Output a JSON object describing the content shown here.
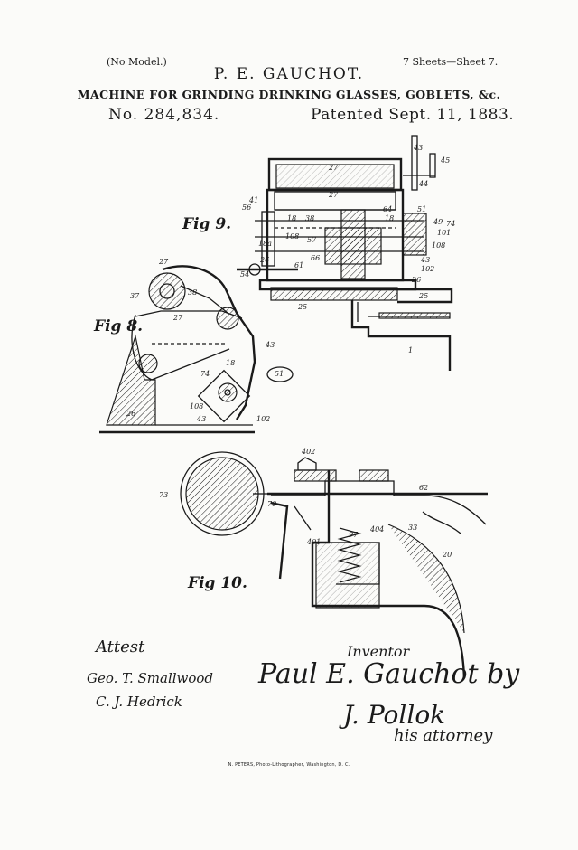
{
  "header": {
    "no_model": "(No Model.)",
    "sheets": "7 Sheets—Sheet 7.",
    "inventor": "P. E. GAUCHOT.",
    "title": "MACHINE FOR GRINDING DRINKING GLASSES, GOBLETS, &c.",
    "patent_no": "No. 284,834.",
    "patent_date": "Patented Sept. 11, 1883."
  },
  "figures": {
    "fig9": "Fig 9.",
    "fig8": "Fig 8.",
    "fig10": "Fig 10."
  },
  "labels": {
    "fig9": [
      "27",
      "27",
      "43",
      "45",
      "44",
      "41",
      "56",
      "18",
      "38",
      "64",
      "51",
      "49",
      "74",
      "101",
      "108",
      "18a",
      "108",
      "57",
      "43",
      "26",
      "66",
      "61",
      "102",
      "54",
      "26",
      "25",
      "25",
      "1"
    ],
    "fig8": [
      "27",
      "38",
      "37",
      "27",
      "43",
      "18",
      "74",
      "51",
      "108",
      "43",
      "102",
      "26"
    ],
    "fig10": [
      "402",
      "62",
      "73",
      "70",
      "401",
      "97",
      "404",
      "33",
      "20"
    ]
  },
  "signatures": {
    "attest": "Attest",
    "witness_1": "Geo. T. Smallwood",
    "witness_2": "C. J. Hedrick",
    "inventor_label": "Inventor",
    "inventor_signature": "Paul E. Gauchot by",
    "attorney_signature": "J. Pollok",
    "attorney_label": "his attorney"
  },
  "printer": "N. PETERS, Photo-Lithographer, Washington, D. C."
}
